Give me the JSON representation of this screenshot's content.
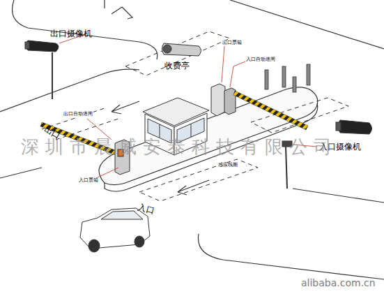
{
  "diagram": {
    "labels": [
      "出口摄像机",
      "收费亭",
      "出口票箱",
      "入口自动道闸",
      "出口",
      "出口自动道闸",
      "入口摄像机",
      "感应线圈",
      "入口票箱",
      "入口",
      "深圳市晨威安泰科技有限公司",
      "alibaba.com.cn"
    ]
  }
}
